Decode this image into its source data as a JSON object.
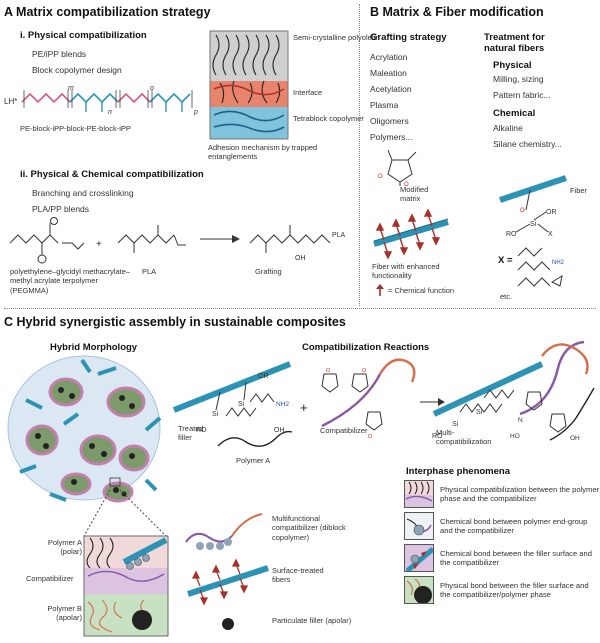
{
  "panelA": {
    "title": "A  Matrix compatibilization strategy",
    "sec1": {
      "title": "i. Physical compatibilization",
      "items": [
        "PE/iPP blends",
        "Block copolymer design"
      ],
      "lh_label": "LH*",
      "m": "m",
      "n": "n",
      "o": "o",
      "p": "p",
      "copolymer": "PE-block-iPP-block-PE-block-iPP"
    },
    "figure": {
      "labels": [
        "Semi-crystalline polyolefin",
        "Interface",
        "Tetrablock copolymer"
      ],
      "caption": "Adhesion mechanism by trapped entanglements"
    },
    "sec2": {
      "title": "ii. Physical & Chemical compatibilization",
      "items": [
        "Branching and crosslinking",
        "PLA/PP blends"
      ],
      "peg": "polyethylene–glycidyl methacrylate–methyl acrylate terpolymer (PEGMMA)",
      "pla": "PLA",
      "grafting": "Grafting",
      "plus": "+",
      "pla_end": "PLA",
      "oh": "OH"
    }
  },
  "panelB": {
    "title": "B  Matrix & Fiber modification",
    "grafting_title": "Grafting strategy",
    "grafting_items": [
      "Acrylation",
      "Maleation",
      "Acetylation",
      "Plasma",
      "Oligomers",
      "Polymers..."
    ],
    "modified_matrix": "Modified matrix",
    "fiber_enhanced": "Fiber with enhanced functionality",
    "chem_fn": "= Chemical function",
    "natural_title": "Treatment for natural fibers",
    "physical_title": "Physical",
    "physical_items": [
      "Milling, sizing",
      "Pattern fabric..."
    ],
    "chemical_title": "Chemical",
    "chemical_items": [
      "Alkaline",
      "Silane chemistry..."
    ],
    "fiber": "Fiber",
    "x_label": "X =",
    "etc": "etc.",
    "nh2": "NH2",
    "or": "OR",
    "ro": "RO",
    "si": "Si",
    "x": "X"
  },
  "panelC": {
    "title": "C  Hybrid synergistic assembly in sustainable composites",
    "hybrid_title": "Hybrid Morphology",
    "compat_title": "Compatibilization Reactions",
    "treated_filler": "Treated filler",
    "polymer_a": "Polymer A",
    "compatibilizer": "Compatibilizer",
    "multi": "Multi-compatibilization",
    "plus": "+",
    "layers": [
      "Polymer A (polar)",
      "Compatibilizer",
      "Polymer B (apolar)"
    ],
    "legend_items": [
      "Multifunctional compatibilizer (diblock copolymer)",
      "Surface-treated fibers",
      "Particulate filler (apolar)"
    ],
    "interphase_title": "Interphase phenomena",
    "interphase_items": [
      "Physical compatibilization between the polymer phase and the compatibilizer",
      "Chemical bond between polymer end-group and the compatibilizer",
      "Chemical bond between the filler surface and the compatibilizer",
      "Physical bond between the filler surface and the compatibilizer/polymer phase"
    ],
    "nh2": "NH2",
    "oh": "OH",
    "or": "OR",
    "ro": "RO",
    "si": "Si"
  },
  "colors": {
    "fiber_blue": "#2d93b4",
    "chem_red": "#a4322a",
    "particle_green": "#7c9a6a",
    "ring_pink": "#c37fae",
    "polymer_purple": "#8a56a5",
    "polymer_orange": "#d66d4a",
    "gray_band": "#cfcfcf",
    "interface_red": "#e9846c",
    "morph_bg": "#dbe8f4"
  }
}
